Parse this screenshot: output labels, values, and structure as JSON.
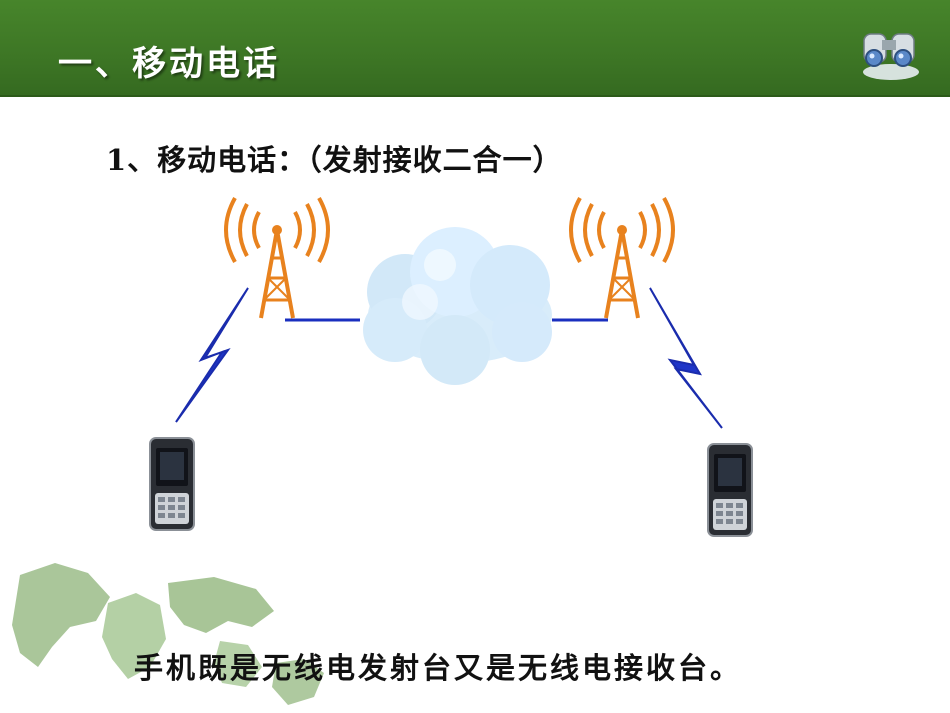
{
  "slide": {
    "title": "一、移动电话",
    "subtitle": "1、移动电话：（发射接收二合一）",
    "caption": "手机既是无线电发射台又是无线电接收台。"
  },
  "icons": {
    "header": "binoculars-icon",
    "left_tower": "radio-tower-icon",
    "right_tower": "radio-tower-icon",
    "network": "cloud-icon",
    "left_phone": "mobile-phone-icon",
    "right_phone": "mobile-phone-icon",
    "left_signal": "lightning-bolt-icon",
    "right_signal": "lightning-bolt-icon",
    "background_decoration": "world-map-icon"
  },
  "colors": {
    "header_green": "#3d7625",
    "tower_orange": "#e8821e",
    "link_blue": "#1a2fbf",
    "cloud_blue": "#cfe6f7",
    "map_green": "#a9c79a"
  }
}
